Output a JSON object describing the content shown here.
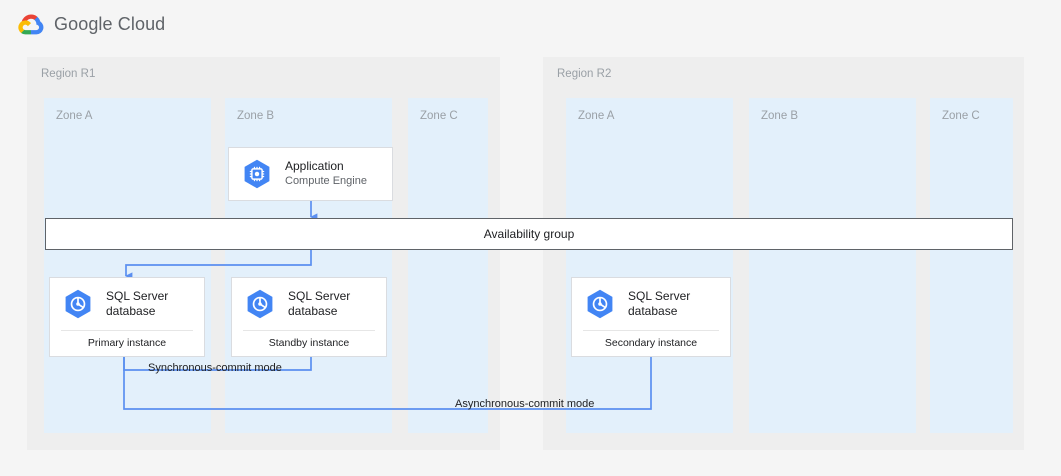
{
  "brand": {
    "name_google": "Google",
    "name_cloud": "Cloud",
    "logo_icon": "google-cloud-logo"
  },
  "regions": [
    {
      "id": "r1",
      "label": "Region R1",
      "zones": [
        {
          "id": "r1a",
          "label": "Zone A"
        },
        {
          "id": "r1b",
          "label": "Zone B"
        },
        {
          "id": "r1c",
          "label": "Zone C"
        }
      ]
    },
    {
      "id": "r2",
      "label": "Region R2",
      "zones": [
        {
          "id": "r2a",
          "label": "Zone A"
        },
        {
          "id": "r2b",
          "label": "Zone B"
        },
        {
          "id": "r2c",
          "label": "Zone C"
        }
      ]
    }
  ],
  "availability_group": {
    "label": "Availability group"
  },
  "nodes": {
    "application": {
      "title": "Application",
      "subtitle": "Compute Engine",
      "icon": "compute-engine-icon"
    },
    "primary_db": {
      "title": "SQL Server",
      "title_line2": "database",
      "footer": "Primary instance",
      "icon": "sql-server-database-icon"
    },
    "standby_db": {
      "title": "SQL Server",
      "title_line2": "database",
      "footer": "Standby instance",
      "icon": "sql-server-database-icon"
    },
    "secondary_db": {
      "title": "SQL Server",
      "title_line2": "database",
      "footer": "Secondary instance",
      "icon": "sql-server-database-icon"
    }
  },
  "connections": [
    {
      "id": "sync",
      "label": "Synchronous-commit mode"
    },
    {
      "id": "async",
      "label": "Asynchronous-commit mode"
    }
  ],
  "colors": {
    "page_background": "#f5f5f5",
    "region_background": "#eeeeee",
    "zone_background": "#e3f0fb",
    "connector_blue": "#5b8ff0",
    "icon_blue": "#4285f4",
    "text_primary": "#202124",
    "text_muted": "#9aa0a6",
    "google_blue": "#4285f4",
    "google_red": "#ea4335",
    "google_yellow": "#fbbc05",
    "google_green": "#34a853"
  }
}
